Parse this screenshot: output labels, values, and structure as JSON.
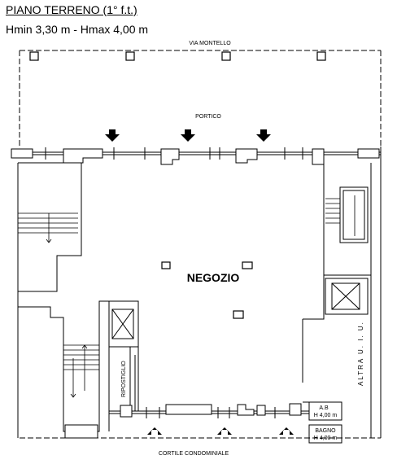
{
  "header": {
    "title": "PIANO TERRENO (1° f.t.)",
    "heights": "Hmin 3,30 m - Hmax 4,00 m"
  },
  "labels": {
    "street": "VIA MONTELLO",
    "portico": "PORTICO",
    "shop": "NEGOZIO",
    "storage": "RIPOSTIGLIO",
    "courtyard": "CORTILE CONDOMINIALE",
    "other_unit": "ALTRA U. I. U.",
    "antibagno": "A.B",
    "antibagno_height": "H 4,00 m",
    "bathroom": "BAGNO",
    "bathroom_height": "H 4,00 m"
  }
}
